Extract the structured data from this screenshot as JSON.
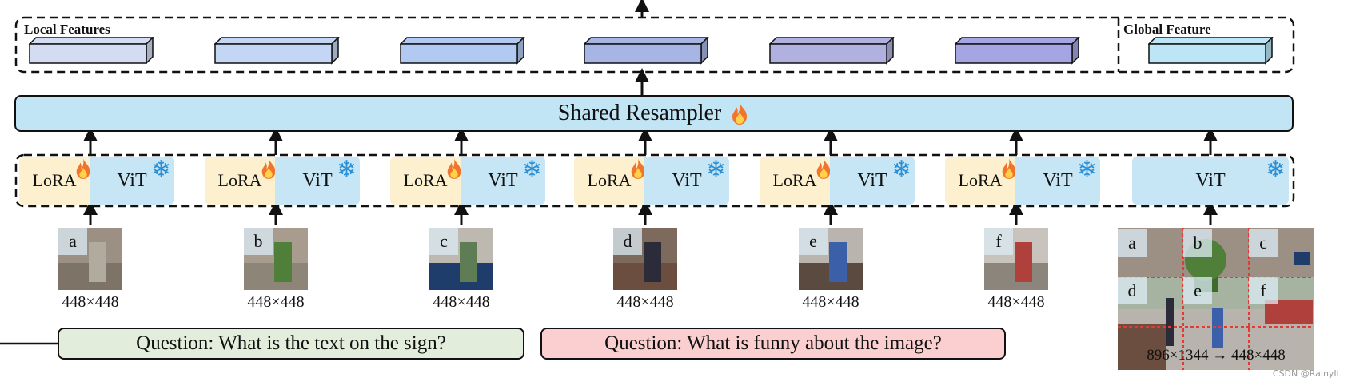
{
  "local_features_label": "Local Features",
  "global_feature_label": "Global Feature",
  "feature_colors": [
    "#d3dcf3",
    "#c3d6f4",
    "#b2c9f1",
    "#a7b5e4",
    "#b1b1df",
    "#a5a5e3"
  ],
  "global_feature_color": "#bce5f6",
  "resampler_label": "Shared Resampler",
  "lora_label": "LoRA",
  "vit_label": "ViT",
  "crops": [
    {
      "letter": "a",
      "size": "448×448"
    },
    {
      "letter": "b",
      "size": "448×448"
    },
    {
      "letter": "c",
      "size": "448×448"
    },
    {
      "letter": "d",
      "size": "448×448"
    },
    {
      "letter": "e",
      "size": "448×448"
    },
    {
      "letter": "f",
      "size": "448×448"
    }
  ],
  "full_image": {
    "letters": [
      "a",
      "b",
      "c",
      "d",
      "e",
      "f"
    ],
    "size": "896×1344 → 448×448"
  },
  "questions": [
    {
      "text": "Question: What is the text on the sign?",
      "color": "#e2eedb"
    },
    {
      "text": "Question: What is funny about the image?",
      "color": "#fbcfcf"
    }
  ],
  "watermark": "CSDN @RainyIt",
  "icons": {
    "trainable": "flame-icon",
    "frozen": "snowflake-icon"
  }
}
